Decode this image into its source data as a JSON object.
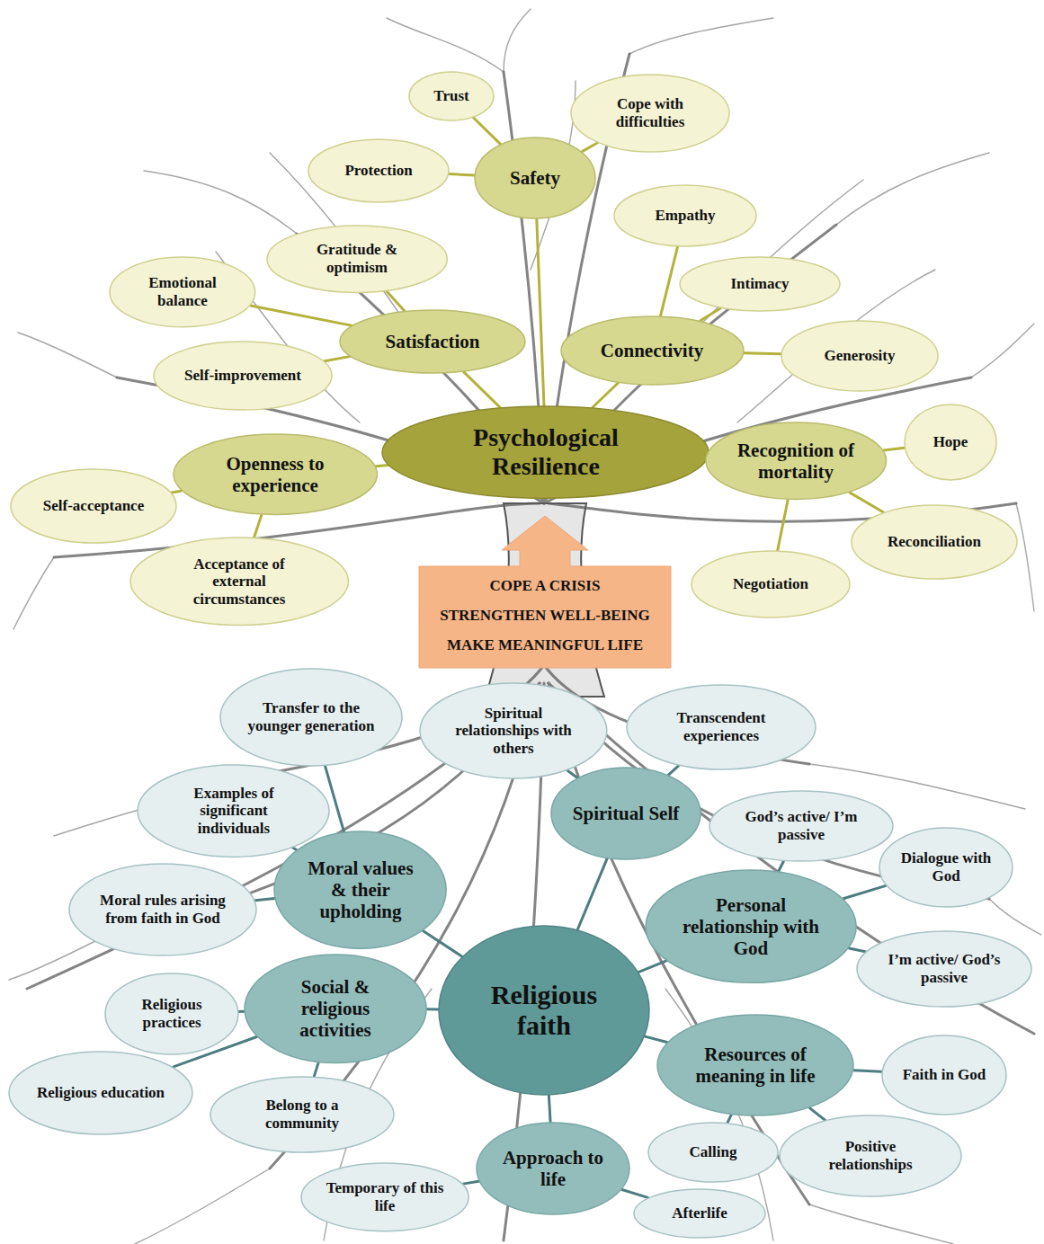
{
  "diagram": {
    "nodes": [
      {
        "text": [
          "Psychological Resilience"
        ]
      },
      {
        "text": [
          "Safety"
        ]
      },
      {
        "text": [
          "Trust"
        ]
      },
      {
        "text": [
          "Protection"
        ]
      },
      {
        "text": [
          "Cope with difficulties"
        ]
      },
      {
        "text": [
          "Satisfaction"
        ]
      },
      {
        "text": [
          "Gratitude & optimism"
        ]
      },
      {
        "text": [
          "Emotional balance"
        ]
      },
      {
        "text": [
          "Self-improvement"
        ]
      },
      {
        "text": [
          "Connectivity"
        ]
      },
      {
        "text": [
          "Empathy"
        ]
      },
      {
        "text": [
          "Intimacy"
        ]
      },
      {
        "text": [
          "Generosity"
        ]
      },
      {
        "text": [
          "Openness to experience"
        ]
      },
      {
        "text": [
          "Self-acceptance"
        ]
      },
      {
        "text": [
          "Acceptance of external circumstances"
        ]
      },
      {
        "text": [
          "Recognition of mortality"
        ]
      },
      {
        "text": [
          "Hope"
        ]
      },
      {
        "text": [
          "Reconciliation"
        ]
      },
      {
        "text": [
          "Negotiation"
        ]
      },
      {
        "text": [
          "COPE A CRISIS",
          "STRENGTHEN WELL-BEING",
          "MAKE MEANINGFUL LIFE"
        ]
      },
      {
        "text": [
          "Religious faith"
        ]
      },
      {
        "text": [
          "Spiritual Self"
        ]
      },
      {
        "text": [
          "Spiritual relationships with others"
        ]
      },
      {
        "text": [
          "Transcendent experiences"
        ]
      },
      {
        "text": [
          "Moral values & their upholding"
        ]
      },
      {
        "text": [
          "Transfer to the younger generation"
        ]
      },
      {
        "text": [
          "Examples of significant individuals"
        ]
      },
      {
        "text": [
          "Moral rules arising from faith in God"
        ]
      },
      {
        "text": [
          "Personal relationship with God"
        ]
      },
      {
        "text": [
          "God’s active/ I’m passive"
        ]
      },
      {
        "text": [
          "Dialogue with God"
        ]
      },
      {
        "text": [
          "I’m active/ God’s passive"
        ]
      },
      {
        "text": [
          "Social & religious activities"
        ]
      },
      {
        "text": [
          "Religious practices"
        ]
      },
      {
        "text": [
          "Religious education"
        ]
      },
      {
        "text": [
          "Belong to a community"
        ]
      },
      {
        "text": [
          "Resources of meaning in life"
        ]
      },
      {
        "text": [
          "Faith in God"
        ]
      },
      {
        "text": [
          "Calling"
        ]
      },
      {
        "text": [
          "Positive relationships"
        ]
      },
      {
        "text": [
          "Approach to life"
        ]
      },
      {
        "text": [
          "Temporary of this life"
        ]
      },
      {
        "text": [
          "Afterlife"
        ]
      }
    ],
    "edges": [
      {
        "from": 0,
        "to": 1,
        "arrow": "none"
      },
      {
        "from": 1,
        "to": 2,
        "arrow": "none"
      },
      {
        "from": 1,
        "to": 3,
        "arrow": "none"
      },
      {
        "from": 1,
        "to": 4,
        "arrow": "none"
      },
      {
        "from": 0,
        "to": 5,
        "arrow": "none"
      },
      {
        "from": 5,
        "to": 6,
        "arrow": "none"
      },
      {
        "from": 5,
        "to": 7,
        "arrow": "none"
      },
      {
        "from": 5,
        "to": 8,
        "arrow": "none"
      },
      {
        "from": 0,
        "to": 9,
        "arrow": "none"
      },
      {
        "from": 9,
        "to": 10,
        "arrow": "none"
      },
      {
        "from": 9,
        "to": 11,
        "arrow": "none"
      },
      {
        "from": 9,
        "to": 12,
        "arrow": "none"
      },
      {
        "from": 0,
        "to": 13,
        "arrow": "none"
      },
      {
        "from": 13,
        "to": 14,
        "arrow": "none"
      },
      {
        "from": 13,
        "to": 15,
        "arrow": "none"
      },
      {
        "from": 0,
        "to": 16,
        "arrow": "none"
      },
      {
        "from": 16,
        "to": 17,
        "arrow": "none"
      },
      {
        "from": 16,
        "to": 18,
        "arrow": "none"
      },
      {
        "from": 16,
        "to": 19,
        "arrow": "none"
      },
      {
        "from": 21,
        "to": 22,
        "arrow": "none"
      },
      {
        "from": 22,
        "to": 23,
        "arrow": "none"
      },
      {
        "from": 22,
        "to": 24,
        "arrow": "none"
      },
      {
        "from": 21,
        "to": 25,
        "arrow": "none"
      },
      {
        "from": 25,
        "to": 26,
        "arrow": "none"
      },
      {
        "from": 25,
        "to": 27,
        "arrow": "none"
      },
      {
        "from": 25,
        "to": 28,
        "arrow": "none"
      },
      {
        "from": 21,
        "to": 29,
        "arrow": "none"
      },
      {
        "from": 29,
        "to": 30,
        "arrow": "none"
      },
      {
        "from": 29,
        "to": 31,
        "arrow": "none"
      },
      {
        "from": 29,
        "to": 32,
        "arrow": "none"
      },
      {
        "from": 21,
        "to": 33,
        "arrow": "none"
      },
      {
        "from": 33,
        "to": 34,
        "arrow": "none"
      },
      {
        "from": 33,
        "to": 35,
        "arrow": "none"
      },
      {
        "from": 33,
        "to": 36,
        "arrow": "none"
      },
      {
        "from": 21,
        "to": 37,
        "arrow": "none"
      },
      {
        "from": 37,
        "to": 38,
        "arrow": "none"
      },
      {
        "from": 37,
        "to": 39,
        "arrow": "none"
      },
      {
        "from": 37,
        "to": 40,
        "arrow": "none"
      },
      {
        "from": 21,
        "to": 41,
        "arrow": "none"
      },
      {
        "from": 41,
        "to": 42,
        "arrow": "none"
      },
      {
        "from": 41,
        "to": 43,
        "arrow": "none"
      }
    ]
  }
}
